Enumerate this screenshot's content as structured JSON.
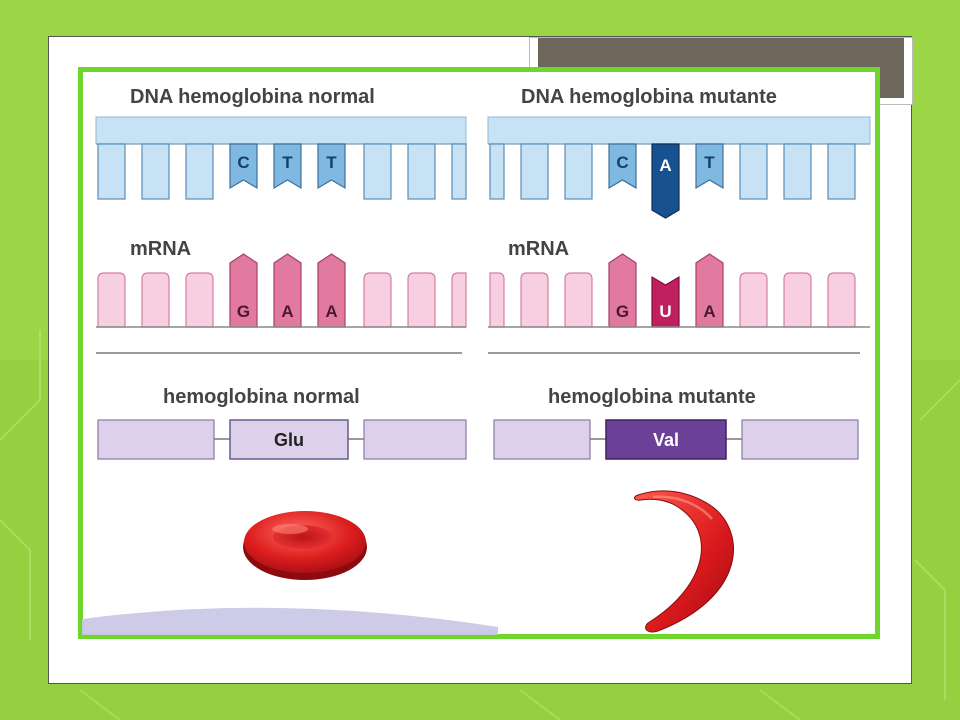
{
  "colors": {
    "background_green": "#8fcf3c",
    "frame_green": "#6ed62c",
    "title_bar": "#6e665a",
    "dna_fill": "#c8e2f5",
    "dna_highlight": "#7fb8e0",
    "dna_mutant_base": "#17518f",
    "mrna_fill": "#f8cfe0",
    "mrna_highlight": "#e2799f",
    "mrna_mutant_base": "#c01f60",
    "protein_fill": "#dcd0ea",
    "protein_mutant": "#6a4196",
    "cell_red": "#d8191c"
  },
  "normal": {
    "dna_title": "DNA hemoglobina normal",
    "mrna_label": "mRNA",
    "dna_bases": [
      "C",
      "T",
      "T"
    ],
    "mrna_bases": [
      "G",
      "A",
      "A"
    ],
    "protein_title": "hemoglobina normal",
    "amino_acid": "Glu"
  },
  "mutant": {
    "dna_title": "DNA hemoglobina mutante",
    "mrna_label": "mRNA",
    "dna_bases": [
      "C",
      "A",
      "T"
    ],
    "mrna_bases": [
      "G",
      "U",
      "A"
    ],
    "protein_title": "hemoglobina mutante",
    "amino_acid": "Val"
  }
}
